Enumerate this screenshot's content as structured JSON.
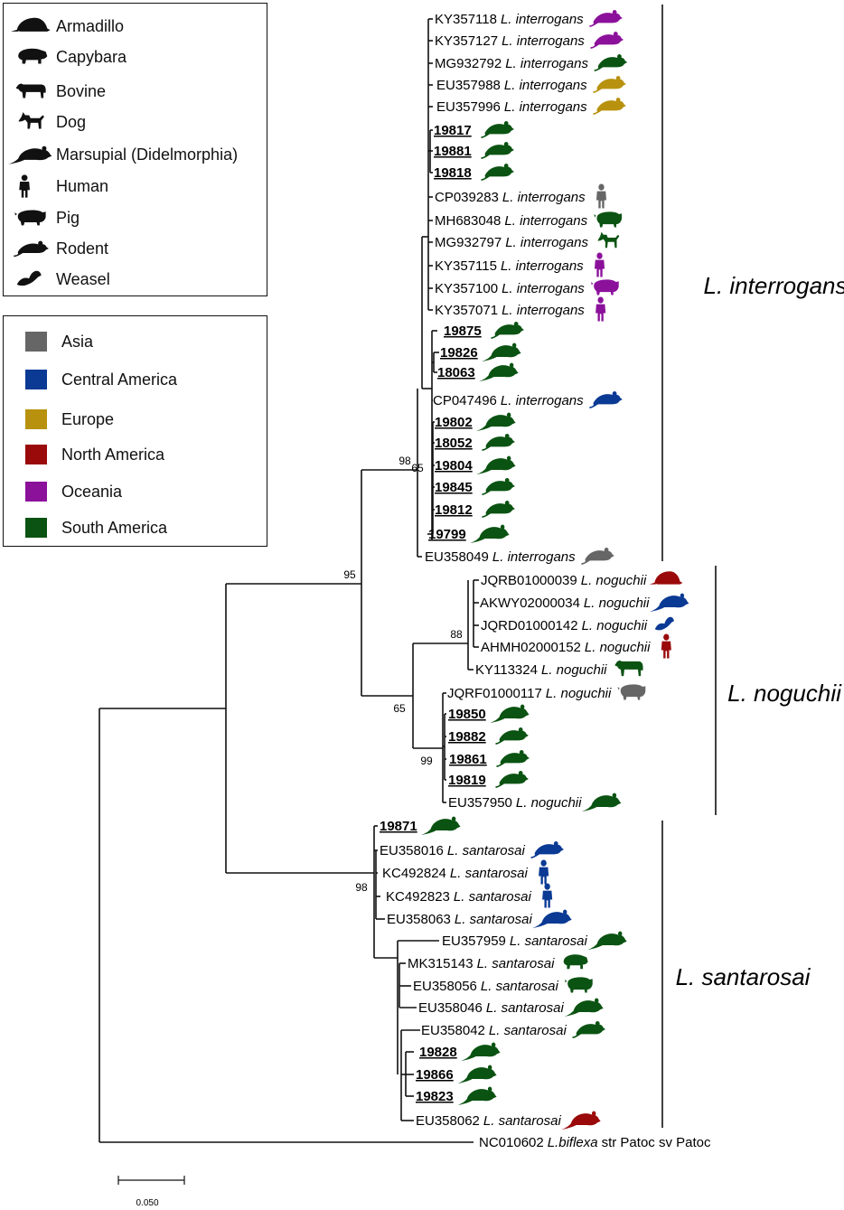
{
  "colors": {
    "Asia": "#666666",
    "Central America": "#0b3a94",
    "Europe": "#b8920f",
    "North America": "#9a0a0a",
    "Oceania": "#8b119b",
    "South America": "#0b5312"
  },
  "legend_hosts": [
    {
      "label": "Armadillo",
      "icon": "armadillo-icon"
    },
    {
      "label": "Capybara",
      "icon": "capybara-icon"
    },
    {
      "label": "Bovine",
      "icon": "bovine-icon"
    },
    {
      "label": "Dog",
      "icon": "dog-icon"
    },
    {
      "label": "Marsupial (Didelmorphia)",
      "icon": "marsupial-icon"
    },
    {
      "label": "Human",
      "icon": "human-icon"
    },
    {
      "label": "Pig",
      "icon": "pig-icon"
    },
    {
      "label": "Rodent",
      "icon": "rodent-icon"
    },
    {
      "label": "Weasel",
      "icon": "weasel-icon"
    }
  ],
  "legend_regions": [
    {
      "label": "Asia",
      "color": "#666666"
    },
    {
      "label": "Central America",
      "color": "#0b3a94"
    },
    {
      "label": "Europe",
      "color": "#b8920f"
    },
    {
      "label": "North America",
      "color": "#9a0a0a"
    },
    {
      "label": "Oceania",
      "color": "#8b119b"
    },
    {
      "label": "South America",
      "color": "#0b5312"
    }
  ],
  "leaves": [
    {
      "acc": "KY357118",
      "species": "L. interrogans",
      "host": "rodent",
      "region": "Oceania"
    },
    {
      "acc": "KY357127",
      "species": "L. interrogans",
      "host": "rodent",
      "region": "Oceania"
    },
    {
      "acc": "MG932792",
      "species": "L. interrogans",
      "host": "rodent",
      "region": "South America"
    },
    {
      "acc": "EU357988",
      "species": "L. interrogans",
      "host": "rodent",
      "region": "Europe"
    },
    {
      "acc": "EU357996",
      "species": "L. interrogans",
      "host": "rodent",
      "region": "Europe"
    },
    {
      "acc": "19817",
      "species": "",
      "host": "rodent",
      "region": "South America",
      "sample": true
    },
    {
      "acc": "19881",
      "species": "",
      "host": "rodent",
      "region": "South America",
      "sample": true
    },
    {
      "acc": "19818",
      "species": "",
      "host": "rodent",
      "region": "South America",
      "sample": true
    },
    {
      "acc": "CP039283",
      "species": "L. interrogans",
      "host": "human",
      "region": "Asia"
    },
    {
      "acc": "MH683048",
      "species": "L. interrogans",
      "host": "pig",
      "region": "South America"
    },
    {
      "acc": "MG932797",
      "species": "L. interrogans",
      "host": "dog",
      "region": "South America"
    },
    {
      "acc": "KY357115",
      "species": "L. interrogans",
      "host": "human",
      "region": "Oceania"
    },
    {
      "acc": "KY357100",
      "species": "L. interrogans",
      "host": "pig",
      "region": "Oceania"
    },
    {
      "acc": "KY357071",
      "species": "L. interrogans",
      "host": "human",
      "region": "Oceania"
    },
    {
      "acc": "19875",
      "species": "",
      "host": "rodent",
      "region": "South America",
      "sample": true
    },
    {
      "acc": "19826",
      "species": "",
      "host": "marsupial",
      "region": "South America",
      "sample": true
    },
    {
      "acc": "18063",
      "species": "",
      "host": "marsupial",
      "region": "South America",
      "sample": true
    },
    {
      "acc": "CP047496",
      "species": "L. interrogans",
      "host": "rodent",
      "region": "Central America"
    },
    {
      "acc": "19802",
      "species": "",
      "host": "marsupial",
      "region": "South America",
      "sample": true
    },
    {
      "acc": "18052",
      "species": "",
      "host": "rodent",
      "region": "South America",
      "sample": true
    },
    {
      "acc": "19804",
      "species": "",
      "host": "marsupial",
      "region": "South America",
      "sample": true
    },
    {
      "acc": "19845",
      "species": "",
      "host": "rodent",
      "region": "South America",
      "sample": true
    },
    {
      "acc": "19812",
      "species": "",
      "host": "rodent",
      "region": "South America",
      "sample": true
    },
    {
      "acc": "19799",
      "species": "",
      "host": "marsupial",
      "region": "South America",
      "sample": true
    },
    {
      "acc": "EU358049",
      "species": "L. interrogans",
      "host": "rodent",
      "region": "Asia"
    },
    {
      "acc": "JQRB01000039",
      "species": "L. noguchii",
      "host": "armadillo",
      "region": "North America"
    },
    {
      "acc": "AKWY02000034",
      "species": "L. noguchii",
      "host": "marsupial",
      "region": "Central America"
    },
    {
      "acc": "JQRD01000142",
      "species": "L. noguchii",
      "host": "weasel",
      "region": "Central America"
    },
    {
      "acc": "AHMH02000152",
      "species": "L. noguchii",
      "host": "human",
      "region": "North America"
    },
    {
      "acc": "KY113324",
      "species": "L. noguchii",
      "host": "bovine",
      "region": "South America"
    },
    {
      "acc": "JQRF01000117",
      "species": "L. noguchii",
      "host": "pig",
      "region": "Asia"
    },
    {
      "acc": "19850",
      "species": "",
      "host": "marsupial",
      "region": "South America",
      "sample": true
    },
    {
      "acc": "19882",
      "species": "",
      "host": "rodent",
      "region": "South America",
      "sample": true
    },
    {
      "acc": "19861",
      "species": "",
      "host": "rodent",
      "region": "South America",
      "sample": true
    },
    {
      "acc": "19819",
      "species": "",
      "host": "rodent",
      "region": "South America",
      "sample": true
    },
    {
      "acc": "EU357950",
      "species": "L. noguchii",
      "host": "marsupial",
      "region": "South America"
    },
    {
      "acc": "19871",
      "species": "",
      "host": "marsupial",
      "region": "South America",
      "sample": true
    },
    {
      "acc": "EU358016",
      "species": "L. santarosai",
      "host": "rodent",
      "region": "Central America"
    },
    {
      "acc": "KC492824",
      "species": "L. santarosai",
      "host": "human",
      "region": "Central America"
    },
    {
      "acc": "KC492823",
      "species": "L. santarosai",
      "host": "human",
      "region": "Central America"
    },
    {
      "acc": "EU358063",
      "species": "L. santarosai",
      "host": "marsupial",
      "region": "Central America"
    },
    {
      "acc": "EU357959",
      "species": "L. santarosai",
      "host": "marsupial",
      "region": "South America"
    },
    {
      "acc": "MK315143",
      "species": "L. santarosai",
      "host": "capybara",
      "region": "South America"
    },
    {
      "acc": "EU358056",
      "species": "L. santarosai",
      "host": "pig",
      "region": "South America"
    },
    {
      "acc": "EU358046",
      "species": "L. santarosai",
      "host": "marsupial",
      "region": "South America"
    },
    {
      "acc": "EU358042",
      "species": "L. santarosai",
      "host": "rodent",
      "region": "South America"
    },
    {
      "acc": "19828",
      "species": "",
      "host": "marsupial",
      "region": "South America",
      "sample": true
    },
    {
      "acc": "19866",
      "species": "",
      "host": "marsupial",
      "region": "South America",
      "sample": true
    },
    {
      "acc": "19823",
      "species": "",
      "host": "marsupial",
      "region": "South America",
      "sample": true
    },
    {
      "acc": "EU358062",
      "species": "L. santarosai",
      "host": "marsupial",
      "region": "North America"
    },
    {
      "acc": "NC010602",
      "species": "L.biflexa",
      "suffix": "str Patoc sv Patoc",
      "host": "",
      "region": ""
    }
  ],
  "support_values": [
    {
      "label": "98",
      "node": "interrogans"
    },
    {
      "label": "65",
      "node": "interrogans-inner"
    },
    {
      "label": "95",
      "node": "interrogans-noguchii"
    },
    {
      "label": "88",
      "node": "noguchii-upper"
    },
    {
      "label": "65",
      "node": "noguchii"
    },
    {
      "label": "99",
      "node": "noguchii-lower"
    },
    {
      "label": "98",
      "node": "santarosai"
    }
  ],
  "clades": [
    {
      "label": "L. interrogans"
    },
    {
      "label": "L. noguchii"
    },
    {
      "label": "L. santarosai"
    }
  ],
  "scale_bar": {
    "label": "0.050"
  }
}
